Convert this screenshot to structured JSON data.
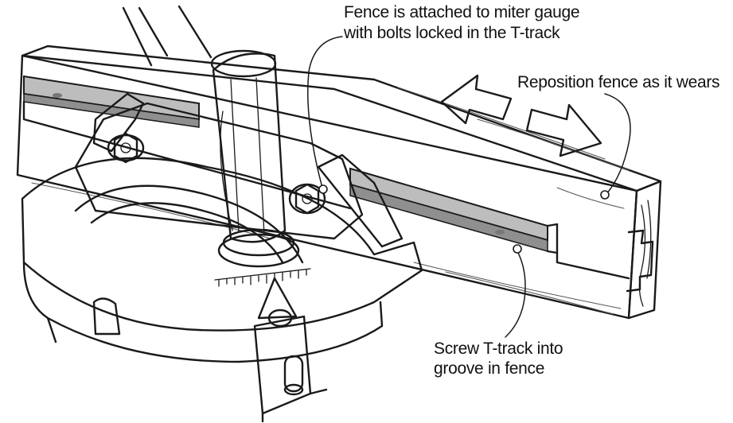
{
  "callouts": {
    "fence_attached_line1": "Fence is attached to miter gauge",
    "fence_attached_line2": "with bolts locked in the T-track",
    "reposition": "Reposition fence as it wears",
    "screw_line1": "Screw T-track into",
    "screw_line2": "groove in fence"
  },
  "colors": {
    "ink": "#1a1a1a",
    "track_gray": "#bdbdbd",
    "track_dark": "#8f8f8f",
    "paper": "#ffffff"
  }
}
